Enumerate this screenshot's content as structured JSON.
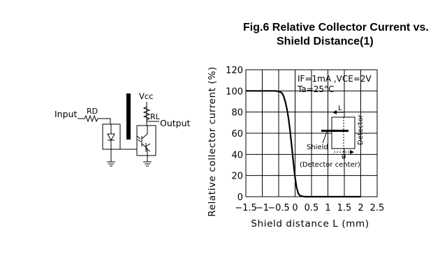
{
  "figure": {
    "title_line1": "Fig.6  Relative Collector Current vs.",
    "title_line2": "Shield Distance(1)"
  },
  "circuit": {
    "input_label": "Input",
    "rd_label": "RD",
    "vcc_label": "Vcc",
    "rl_label": "RL",
    "output_label": "Output"
  },
  "chart_data": {
    "type": "line",
    "title": "Fig.6  Relative Collector Current vs. Shield Distance(1)",
    "xlabel": "Shield distance L (mm)",
    "ylabel": "Relative collector current (%)",
    "xlim": [
      -1.5,
      2.5
    ],
    "ylim": [
      0,
      120
    ],
    "x_ticks": [
      "-1.5",
      "-1",
      "-0.5",
      "0",
      "0.5",
      "1",
      "1.5",
      "2",
      "2.5"
    ],
    "y_ticks": [
      "0",
      "20",
      "40",
      "60",
      "80",
      "100",
      "120"
    ],
    "grid": true,
    "conditions": [
      "IF=1mA  ,VCE=2V",
      "Ta=25°C"
    ],
    "series": [
      {
        "x": [
          -1.5,
          -1.2,
          -0.9,
          -0.6,
          -0.45,
          -0.4,
          -0.35,
          -0.3,
          -0.25,
          -0.2,
          -0.15,
          -0.1,
          -0.05,
          0,
          0.05,
          0.1,
          0.15,
          0.2,
          0.3,
          0.5,
          1.0,
          1.5,
          2.0
        ],
        "y": [
          100,
          100,
          100,
          100,
          99,
          98,
          95,
          90,
          83,
          74,
          62,
          47,
          32,
          18,
          8,
          3,
          1,
          0.5,
          0,
          0,
          0,
          0,
          0
        ]
      }
    ],
    "inset": {
      "l_label": "L",
      "detector_label": "Detector",
      "shield_label": "Shield",
      "zero_label": "0",
      "caption": "(Detector center)"
    }
  }
}
